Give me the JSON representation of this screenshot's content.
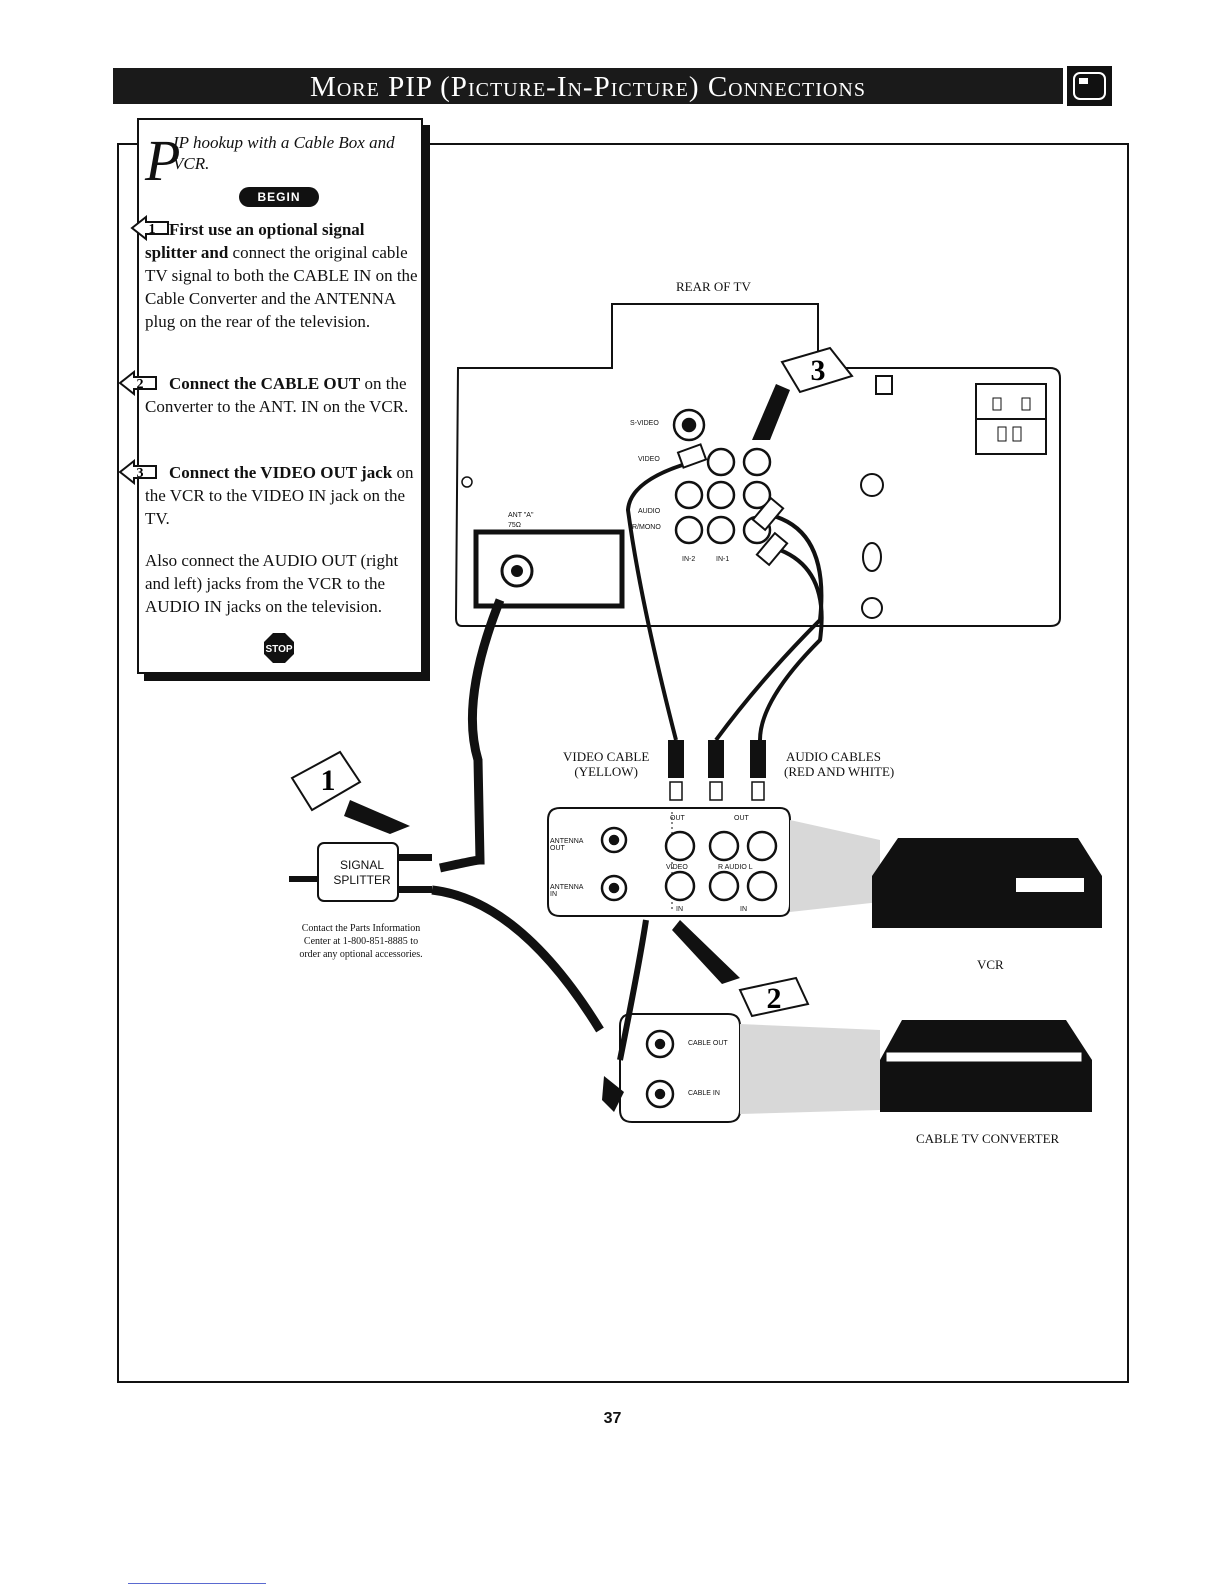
{
  "header": {
    "title": "More PIP (Picture-In-Picture) Connections",
    "badge_icon": "tv-screen-icon"
  },
  "instructions": {
    "intro_cap": "P",
    "intro_text": "IP hookup with a Cable Box and VCR.",
    "begin": "BEGIN",
    "steps": [
      {
        "number": "1",
        "bold": "First use an optional signal splitter and",
        "text": " connect the original cable TV signal to both the CABLE IN on the Cable Converter and the ANTENNA plug on the rear of the television."
      },
      {
        "number": "2",
        "bold": "Connect the CABLE OUT",
        "text": " on the Converter to the ANT. IN on the VCR."
      },
      {
        "number": "3",
        "bold": "Connect the VIDEO OUT jack",
        "text": " on the VCR to the VIDEO IN jack on the TV."
      }
    ],
    "also_text": "Also connect the AUDIO OUT (right and left) jacks from the VCR to the AUDIO IN jacks on the television.",
    "stop": "STOP"
  },
  "diagram": {
    "rear_of_tv": "REAR OF TV",
    "tv_jacks": {
      "svideo": "S-VIDEO",
      "video": "VIDEO",
      "audio": "AUDIO",
      "rmono": "R/MONO",
      "in2": "IN-2",
      "in1": "IN-1",
      "ant": "ANT \"A\"",
      "ohm": "75Ω"
    },
    "video_cable": "VIDEO CABLE",
    "video_cable_color": "(YELLOW)",
    "audio_cables": "AUDIO CABLES",
    "audio_cables_color": "(RED AND WHITE)",
    "vcr_jacks": {
      "antenna_out": "ANTENNA OUT",
      "antenna_in": "ANTENNA IN",
      "out": "OUT",
      "video": "VIDEO",
      "r_audio_l": "R AUDIO L",
      "in": "IN"
    },
    "converter_jacks": {
      "cable_out": "CABLE OUT",
      "cable_in": "CABLE IN"
    },
    "signal_splitter": "SIGNAL SPLITTER",
    "splitter_note": "Contact the Parts Information Center at 1-800-851-8885 to order any optional accessories.",
    "vcr_label": "VCR",
    "converter_label": "CABLE TV CONVERTER",
    "step_markers": [
      "1",
      "2",
      "3"
    ]
  },
  "footer": {
    "page_number": "37"
  }
}
